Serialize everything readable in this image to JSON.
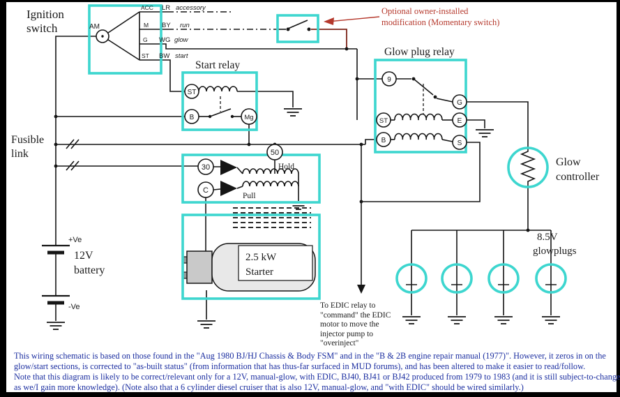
{
  "colors": {
    "cyan_box": "#3dd6cf",
    "red_note": "#b5382c",
    "dark_red_wire": "#7c2318",
    "caption_blue": "#1b2ea0",
    "wire_black": "#151515"
  },
  "ignition": {
    "title1": "Ignition",
    "title2": "switch",
    "am": "AM",
    "acc": "ACC",
    "m": "M",
    "g": "G",
    "st": "ST",
    "acc_code": "LR",
    "acc_word": "accessory",
    "m_code": "BY",
    "m_word": "run",
    "g_code": "WG",
    "g_word": "glow",
    "st_code": "BW",
    "st_word": "start"
  },
  "momentary": {
    "note1": "Optional owner-installed",
    "note2": "modification (Momentary switch)"
  },
  "start_relay": {
    "title": "Start relay",
    "st": "ST",
    "b": "B",
    "mg": "Mg"
  },
  "glow_relay": {
    "title": "Glow plug relay",
    "t9": "9",
    "st": "ST",
    "b": "B",
    "g": "G",
    "e": "E",
    "s": "S"
  },
  "fusible": {
    "title1": "Fusible",
    "title2": "link"
  },
  "solenoid": {
    "t50": "50",
    "t30": "30",
    "c": "C",
    "hold": "Hold",
    "pull": "Pull"
  },
  "starter": {
    "line1": "2.5 kW",
    "line2": "Starter"
  },
  "battery": {
    "plus": "+Ve",
    "minus": "-Ve",
    "line1": "12V",
    "line2": "battery"
  },
  "controller": {
    "line1": "Glow",
    "line2": "controller"
  },
  "glowplugs": {
    "line1": "8.5V",
    "line2": "glowplugs"
  },
  "edic": {
    "l1": "To EDIC relay to",
    "l2": "\"command\" the EDIC",
    "l3": "motor to move the",
    "l4": "injector pump to",
    "l5": "\"overinject\""
  },
  "caption": {
    "l1": "This wiring schematic is based on those found in the \"Aug 1980 BJ/HJ Chassis & Body FSM\" and in the \"B & 2B engine repair manual (1977)\". However, it zeros in on the",
    "l2": "glow/start sections, is corrected to \"as-built status\" (from information that has thus-far surfaced in MUD forums), and has been altered to make it easier to read/follow.",
    "l3": "Note that this diagram is likely to be correct/relevant only for a 12V, manual-glow, with EDIC, BJ40, BJ41 or BJ42 produced from 1979 to 1983 (and it is still subject-to-change",
    "l4": "as we/I gain more knowledge). (Note also that a 6 cylinder diesel cruiser that is also 12V,  manual-glow, and \"with EDIC\" should be wired similarly.)"
  }
}
